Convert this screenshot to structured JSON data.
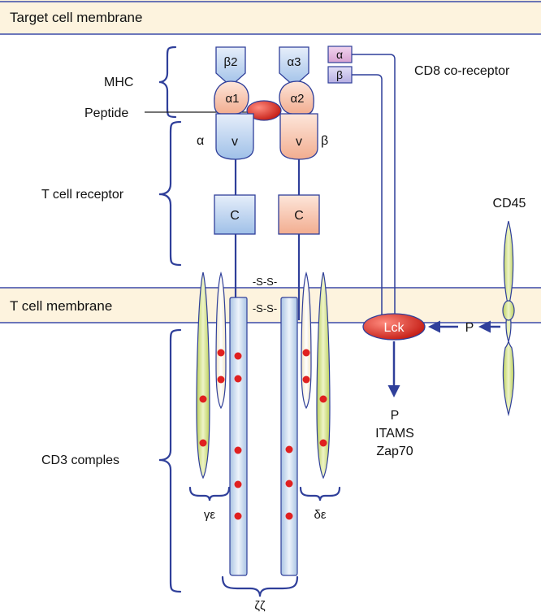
{
  "membranes": {
    "target": "Target cell membrane",
    "tcell": "T cell membrane"
  },
  "labels": {
    "mhc": "MHC",
    "peptide": "Peptide",
    "tcr": "T cell receptor",
    "cd3": "CD3 comples",
    "cd8": "CD8 co-receptor",
    "cd45": "CD45",
    "alpha": "α",
    "beta": "β",
    "disulfide_top": "-S-S-",
    "disulfide_bottom": "-S-S-",
    "gamma_epsilon": "γε",
    "delta_epsilon": "δε",
    "zeta_zeta": "ζζ"
  },
  "domains": {
    "beta2": "β2",
    "alpha3": "α3",
    "alpha1": "α1",
    "alpha2": "α2",
    "v_left": "v",
    "v_right": "v",
    "c_left": "C",
    "c_right": "C",
    "cd8_alpha": "α",
    "cd8_beta": "β"
  },
  "signaling": {
    "lck": "Lck",
    "p_input": "P",
    "p_output": "P",
    "itams": "ITAMS",
    "zap70": "Zap70"
  },
  "colors": {
    "membrane_fill": "#fdf3de",
    "membrane_line": "#3b4aa8",
    "bracket": "#2f3f9a",
    "mhc_blue": "#c9ddf2",
    "salmon": "#f6c6b0",
    "cd8_pink": "#e3b9de",
    "cd8_lav": "#c9c3ea",
    "green": "#dbe89e",
    "zeta_blue": "#d7e6f5",
    "itam_red": "#e02020",
    "lck_red": "#d9302a"
  }
}
